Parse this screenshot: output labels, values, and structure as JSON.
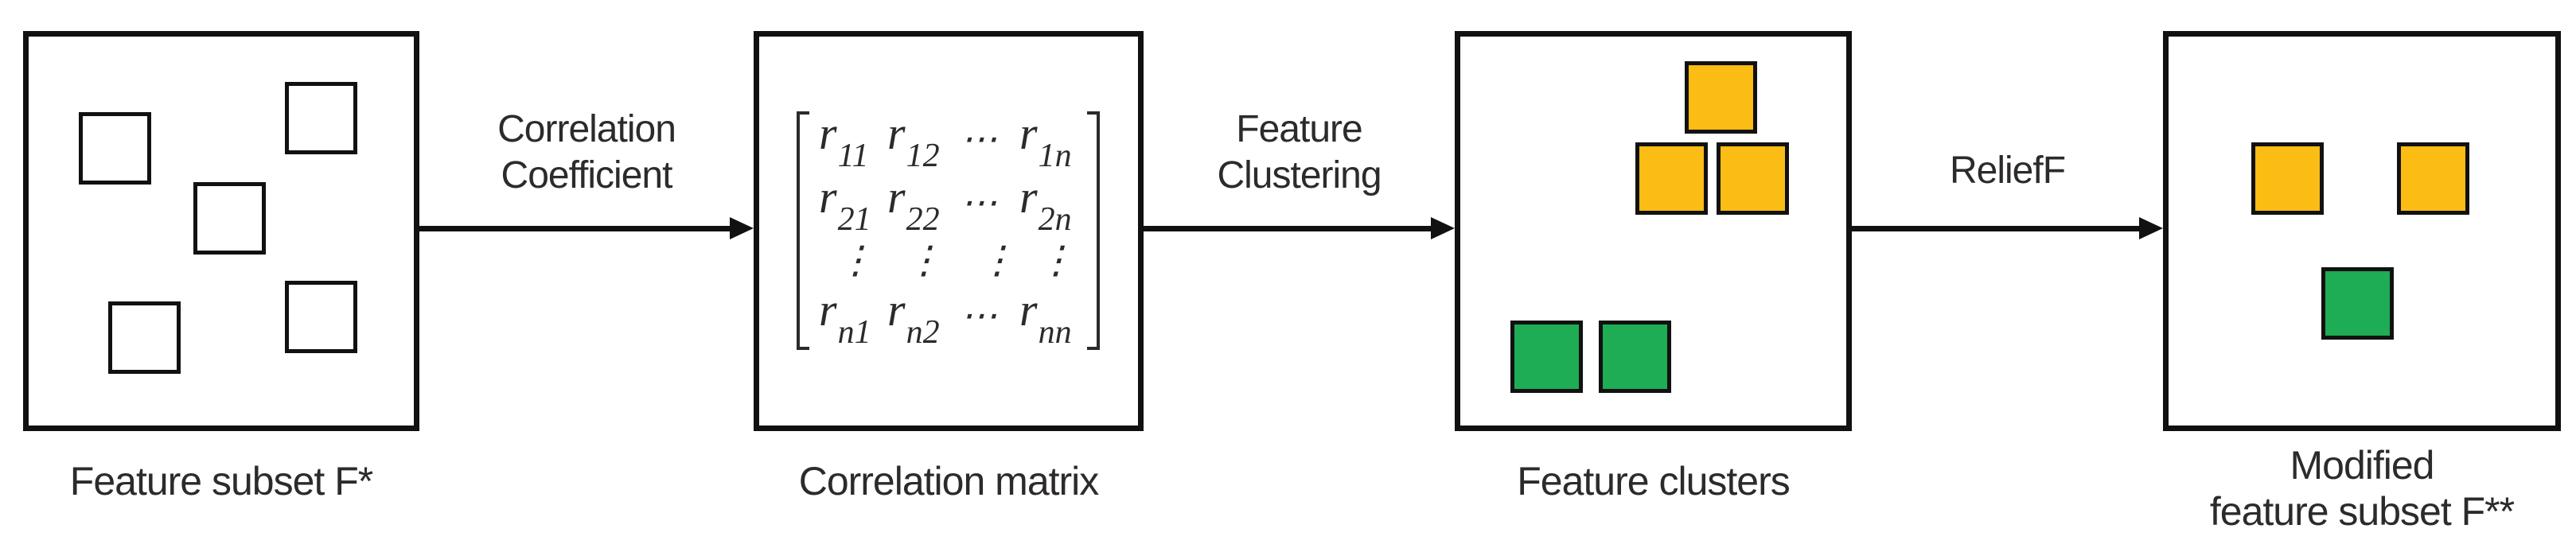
{
  "stages": [
    {
      "label": "Feature subset F*"
    },
    {
      "label": "Correlation matrix"
    },
    {
      "label": "Feature clusters"
    },
    {
      "label_line1": "Modified",
      "label_line2": "feature subset F**"
    }
  ],
  "arrows": [
    {
      "line1": "Correlation",
      "line2": "Coefficient"
    },
    {
      "line1": "Feature",
      "line2": "Clustering"
    },
    {
      "line1": "ReliefF"
    }
  ],
  "matrix": {
    "cells": [
      {
        "base": "r",
        "sub": "11"
      },
      {
        "base": "r",
        "sub": "12"
      },
      {
        "base": "⋯",
        "sub": ""
      },
      {
        "base": "r",
        "sub": "1n"
      },
      {
        "base": "r",
        "sub": "21"
      },
      {
        "base": "r",
        "sub": "22"
      },
      {
        "base": "⋯",
        "sub": ""
      },
      {
        "base": "r",
        "sub": "2n"
      },
      {
        "base": "⋮",
        "sub": ""
      },
      {
        "base": "⋮",
        "sub": ""
      },
      {
        "base": "⋮",
        "sub": ""
      },
      {
        "base": "⋮",
        "sub": ""
      },
      {
        "base": "r",
        "sub": "n1"
      },
      {
        "base": "r",
        "sub": "n2"
      },
      {
        "base": "⋯",
        "sub": ""
      },
      {
        "base": "r",
        "sub": "nn"
      }
    ]
  },
  "colors": {
    "cluster_yellow": "#FBBC13",
    "cluster_green": "#1EAC54",
    "ink": "#111111",
    "text": "#2D2A2B"
  }
}
